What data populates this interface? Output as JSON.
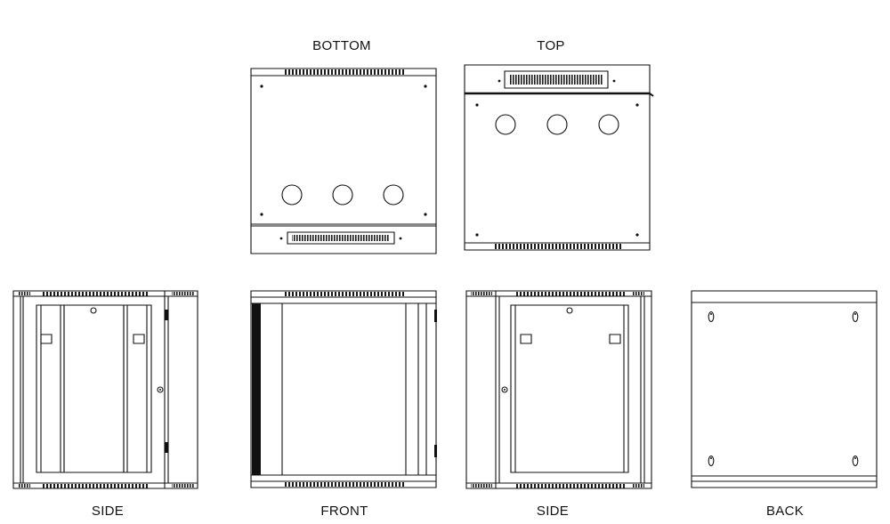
{
  "diagram": {
    "views": {
      "bottom": "BOTTOM",
      "top": "TOP",
      "side_left": "SIDE",
      "front": "FRONT",
      "side_right": "SIDE",
      "back": "BACK"
    },
    "line_color": "#111111",
    "vent_color": "#1a1a1a"
  }
}
